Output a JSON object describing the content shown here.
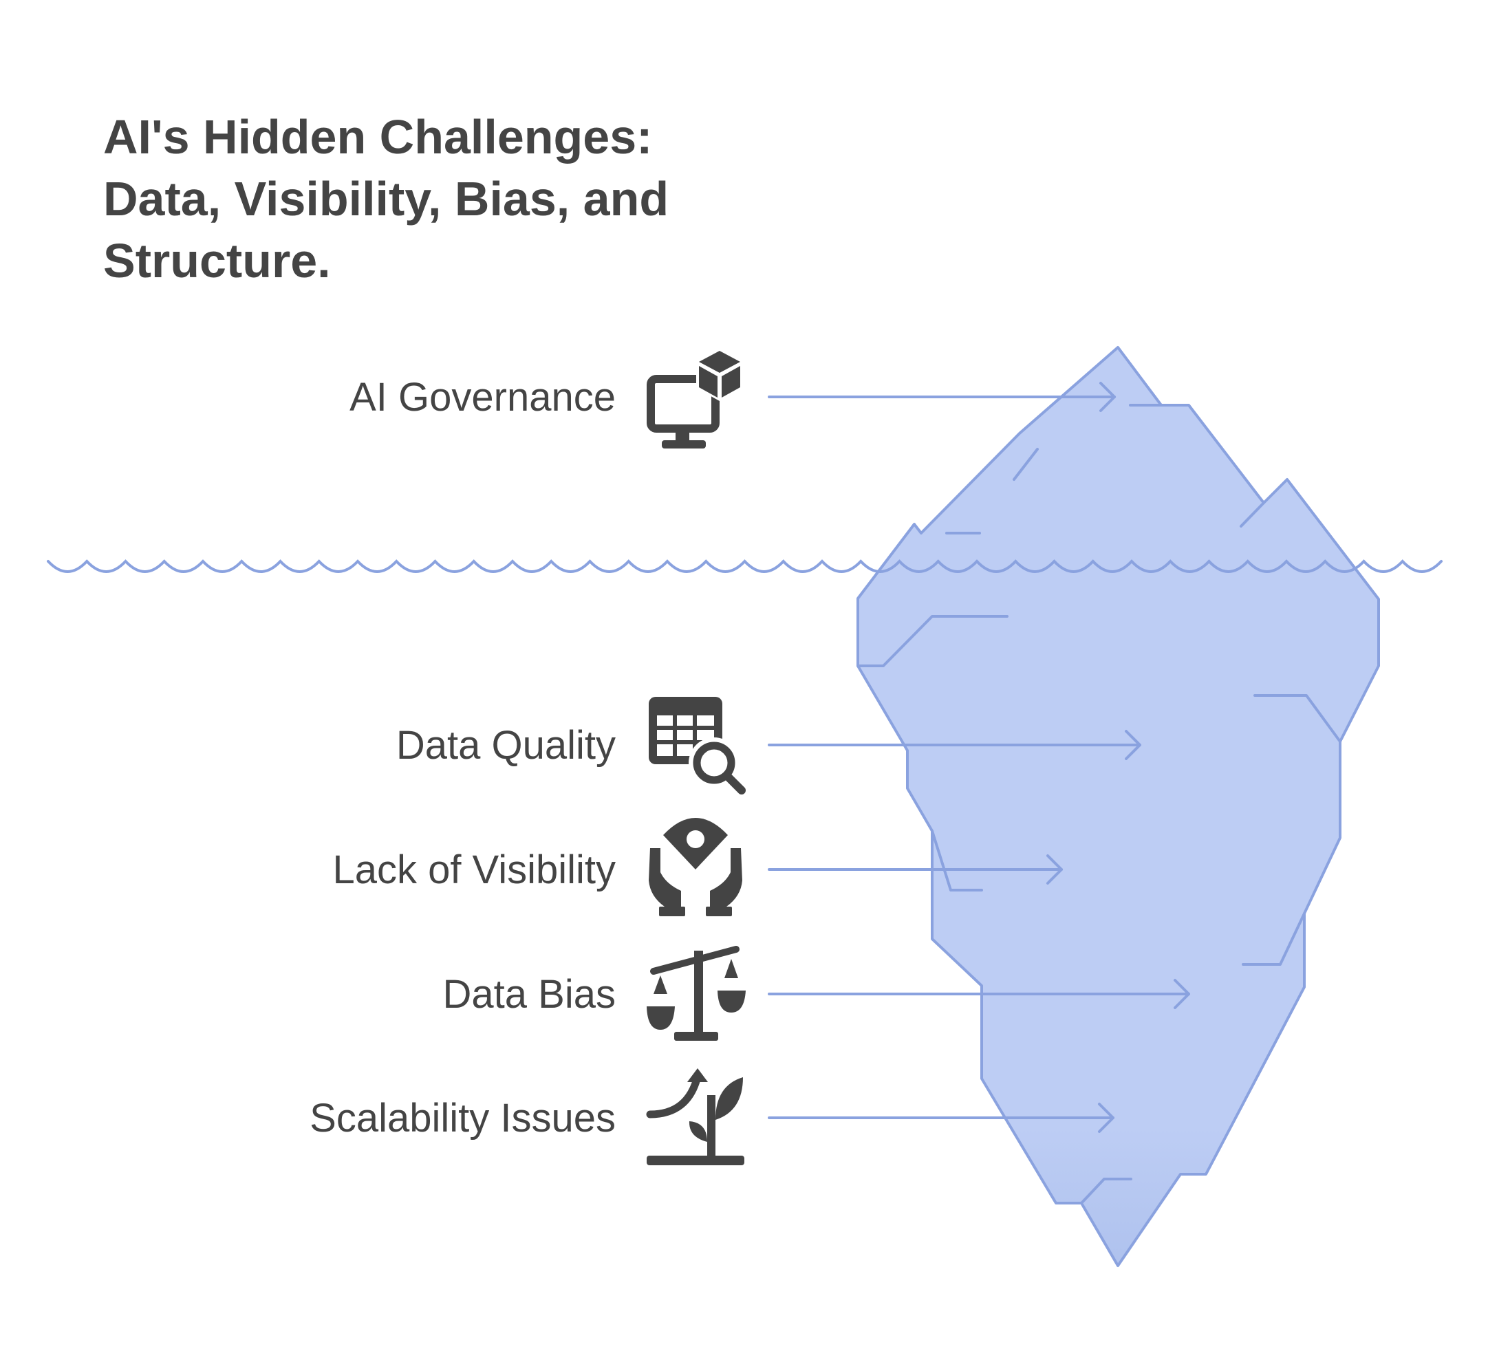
{
  "title": {
    "lines": [
      "AI's Hidden Challenges:",
      "Data, Visibility, Bias, and",
      "Structure."
    ]
  },
  "items": [
    {
      "label": "AI Governance",
      "icon": "computer-cube-icon",
      "zone": "above-water"
    },
    {
      "label": "Data Quality",
      "icon": "table-search-icon",
      "zone": "below-water"
    },
    {
      "label": "Lack of Visibility",
      "icon": "eye-hands-icon",
      "zone": "below-water"
    },
    {
      "label": "Data Bias",
      "icon": "balance-scale-icon",
      "zone": "below-water"
    },
    {
      "label": "Scalability Issues",
      "icon": "growth-plant-icon",
      "zone": "below-water"
    }
  ],
  "colors": {
    "text": "#444444",
    "iceberg_fill": "#BDCDF4",
    "iceberg_fill_bottom": "#AFC2EE",
    "line": "#8AA2DF"
  }
}
